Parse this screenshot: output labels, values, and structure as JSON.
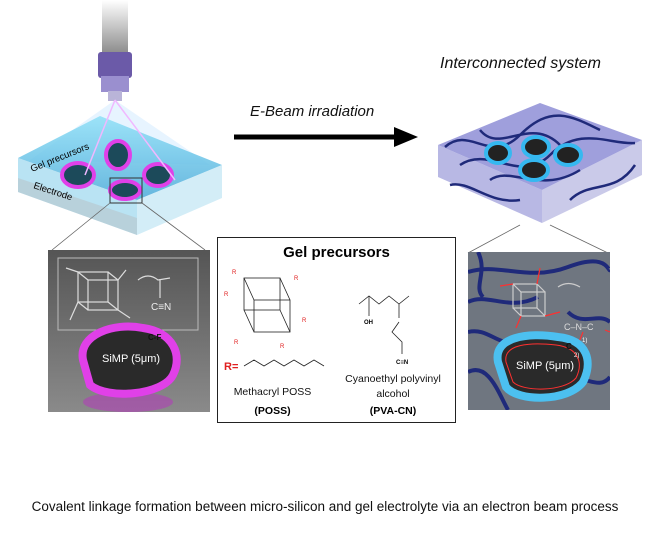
{
  "left_scene": {
    "gel_label": "Gel precursors",
    "electrode_label": "Electrode"
  },
  "arrow": {
    "label": "E-Beam irradiation"
  },
  "right_scene": {
    "title": "Interconnected system"
  },
  "left_panel": {
    "particle_label": "SiMP (5μm)",
    "bond_label": "C-F",
    "nitrile_label": "C≡N"
  },
  "gel_box": {
    "title": "Gel precursors",
    "r_label": "R=",
    "poss_name": "Methacryl POSS",
    "poss_abbr": "(POSS)",
    "pva_name_line1": "Cyanoethyl polyvinyl",
    "pva_name_line2": "alcohol",
    "pva_abbr": "(PVA-CN)",
    "oh_label": "OH",
    "cn_label": "C≡N"
  },
  "right_panel": {
    "particle_label": "SiMP (5μm)",
    "chain_label": "C–N–C",
    "c_label": "C",
    "step1": "1)",
    "step2": "2)"
  },
  "caption": "Covalent linkage formation between micro-silicon and gel electrolyte via an electron beam process",
  "colors": {
    "gel": "#7fd4f0",
    "coating": "#e040e8",
    "network": "#1f2a7a",
    "accent_red": "#e02020"
  }
}
